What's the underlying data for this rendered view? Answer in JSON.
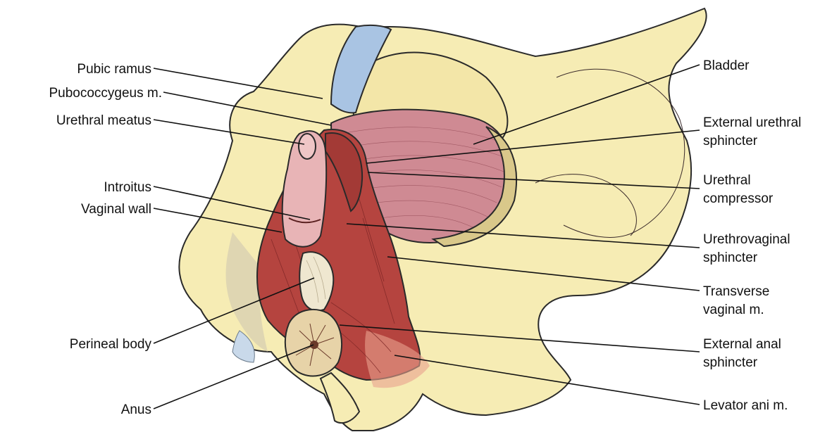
{
  "labels_left": {
    "pubic_ramus": "Pubic ramus",
    "pubococcygeus": "Pubococcygeus m.",
    "urethral_meatus": "Urethral meatus",
    "introitus": "Introitus",
    "vaginal_wall": "Vaginal wall",
    "perineal_body": "Perineal body",
    "anus": "Anus"
  },
  "labels_right": {
    "bladder": "Bladder",
    "external_urethral_sphincter_1": "External urethral",
    "external_urethral_sphincter_2": "sphincter",
    "urethral_compressor_1": "Urethral",
    "urethral_compressor_2": "compressor",
    "urethrovaginal_sphincter_1": "Urethrovaginal",
    "urethrovaginal_sphincter_2": "sphincter",
    "transverse_vaginal_1": "Transverse",
    "transverse_vaginal_2": "vaginal m.",
    "external_anal_sphincter_1": "External anal",
    "external_anal_sphincter_2": "sphincter",
    "levator_ani": "Levator ani m."
  },
  "colors": {
    "bone": "#f6ecb4",
    "cartilage": "#a9c4e3",
    "bladder": "#cf8a93",
    "muscle": "#b5443f",
    "muscle_dark": "#8e2b2a",
    "mucosa": "#e8b4b6",
    "sphincter_band": "#d9c88a",
    "line": "#111111"
  }
}
